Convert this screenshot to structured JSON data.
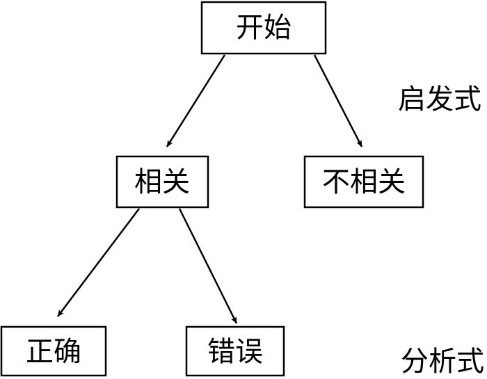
{
  "nodes": {
    "start": "开始",
    "relevant": "相关",
    "irrelevant": "不相关",
    "correct": "正确",
    "wrong": "错误"
  },
  "side_labels": {
    "heuristic": "启发式",
    "analytic": "分析式"
  },
  "edges": [
    {
      "from": "start",
      "to": "relevant"
    },
    {
      "from": "start",
      "to": "irrelevant"
    },
    {
      "from": "relevant",
      "to": "correct"
    },
    {
      "from": "relevant",
      "to": "wrong"
    }
  ]
}
